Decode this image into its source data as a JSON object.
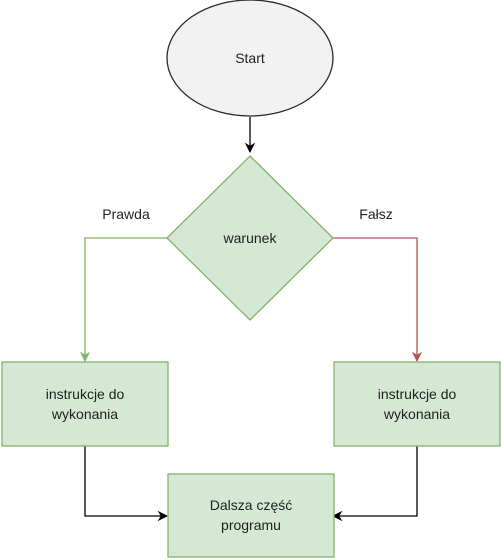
{
  "flowchart": {
    "start": {
      "label": "Start"
    },
    "condition": {
      "label": "warunek"
    },
    "branches": {
      "true_label": "Prawda",
      "false_label": "Fałsz"
    },
    "true_box": {
      "line1": "instrukcje do",
      "line2": "wykonania"
    },
    "false_box": {
      "line1": "instrukcje do",
      "line2": "wykonania"
    },
    "rest_box": {
      "line1": "Dalsza część",
      "line2": "programu"
    },
    "colors": {
      "start_fill": "#f2f2f2",
      "node_fill": "#d5e8d4",
      "node_stroke": "#82b366",
      "true_edge": "#82b366",
      "false_edge": "#b85450",
      "default_edge": "#000000"
    }
  }
}
